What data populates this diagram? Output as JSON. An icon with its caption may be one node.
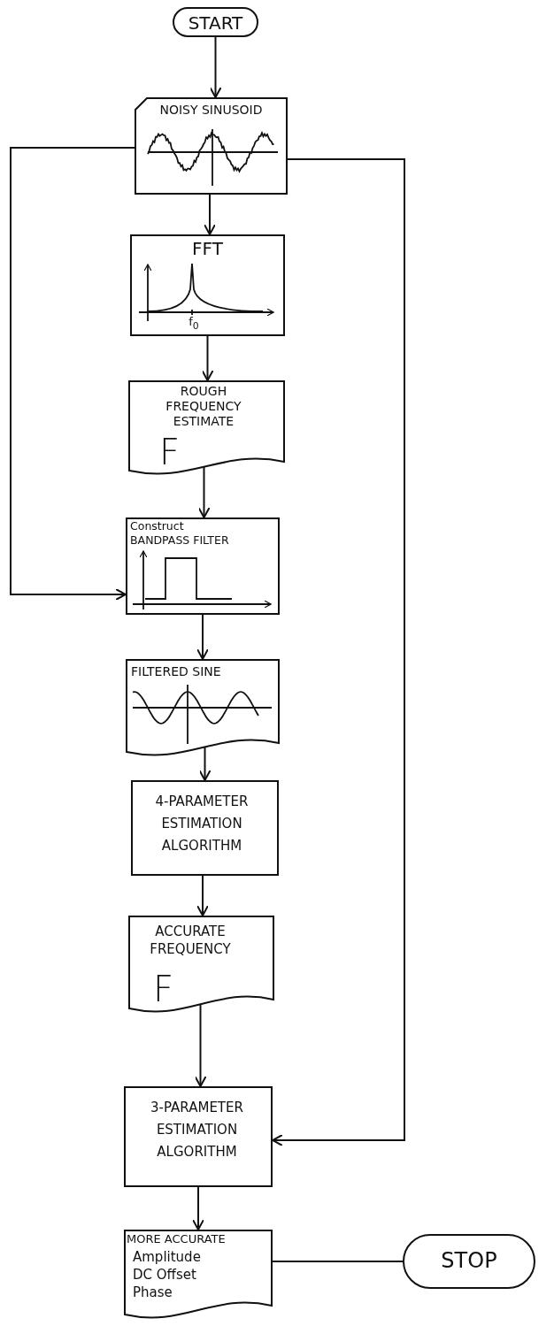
{
  "diagram": {
    "nodes": [
      {
        "text": [
          "START"
        ]
      },
      {
        "text": [
          "NOISY SINUSOID"
        ]
      },
      {
        "text": [
          "FFT",
          "f$_{0}$"
        ]
      },
      {
        "text": [
          "ROUGH FREQUENCY ESTIMATE",
          "F"
        ]
      },
      {
        "text": [
          "Construct BANDPASS FILTER"
        ]
      },
      {
        "text": [
          "FILTERED SINE"
        ]
      },
      {
        "text": [
          "4-PARAMETER ESTIMATION ALGORITHM"
        ]
      },
      {
        "text": [
          "ACCURATE FREQUENCY",
          "F"
        ]
      },
      {
        "text": [
          "3-PARAMETER ESTIMATION ALGORITHM"
        ]
      },
      {
        "text": [
          "MORE ACCURATE",
          "Amplitude",
          "DC Offset",
          "Phase"
        ]
      },
      {
        "text": [
          "STOP"
        ]
      }
    ],
    "edges": [
      {
        "from": 0,
        "to": 1,
        "arrow": "to"
      },
      {
        "from": 1,
        "to": 2,
        "arrow": "to"
      },
      {
        "from": 2,
        "to": 3,
        "arrow": "to"
      },
      {
        "from": 3,
        "to": 4,
        "arrow": "to"
      },
      {
        "from": 4,
        "to": 5,
        "arrow": "to"
      },
      {
        "from": 5,
        "to": 6,
        "arrow": "to"
      },
      {
        "from": 6,
        "to": 7,
        "arrow": "to"
      },
      {
        "from": 7,
        "to": 8,
        "arrow": "to"
      },
      {
        "from": 8,
        "to": 9,
        "arrow": "to"
      },
      {
        "from": 9,
        "to": 10,
        "arrow": "none"
      },
      {
        "from": 1,
        "to": 4,
        "arrow": "to"
      },
      {
        "from": 1,
        "to": 8,
        "arrow": "to"
      }
    ]
  }
}
